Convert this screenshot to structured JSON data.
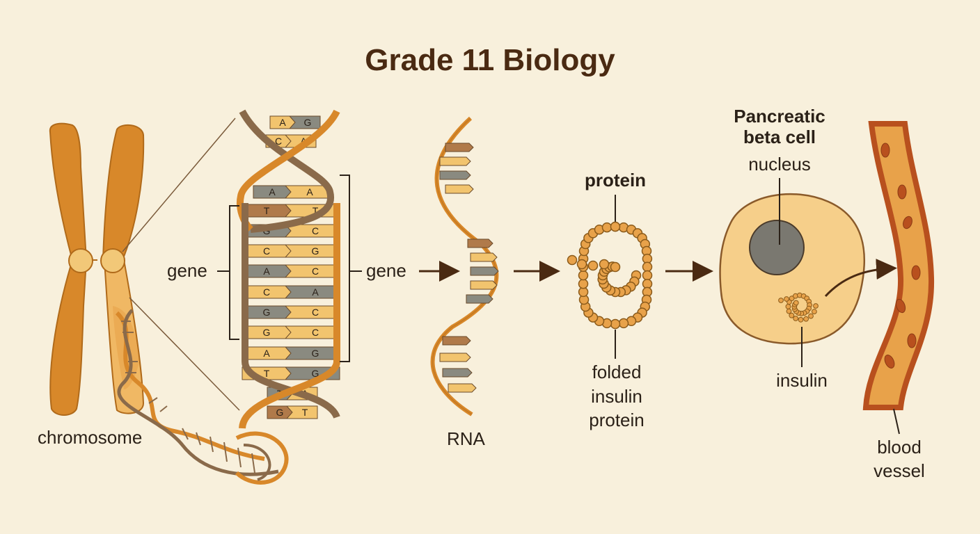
{
  "title": "Grade 11 Biology",
  "labels": {
    "chromosome": "chromosome",
    "gene_left": "gene",
    "gene_right": "gene",
    "rna": "RNA",
    "protein": "protein",
    "folded_line1": "folded",
    "folded_line2": "insulin",
    "folded_line3": "protein",
    "cell_line1": "Pancreatic",
    "cell_line2": "beta cell",
    "nucleus": "nucleus",
    "insulin": "insulin",
    "blood_line1": "blood",
    "blood_line2": "vessel"
  },
  "dna_pairs": [
    {
      "left": "A",
      "right": "G"
    },
    {
      "left": "C",
      "right": "A"
    },
    {
      "left": "A",
      "right": "A"
    },
    {
      "left": "T",
      "right": "T"
    },
    {
      "left": "G",
      "right": "C"
    },
    {
      "left": "C",
      "right": "G"
    },
    {
      "left": "A",
      "right": "C"
    },
    {
      "left": "C",
      "right": "A"
    },
    {
      "left": "G",
      "right": "C"
    },
    {
      "left": "G",
      "right": "C"
    },
    {
      "left": "A",
      "right": "G"
    },
    {
      "left": "T",
      "right": "G"
    },
    {
      "left": "T",
      "right": "A"
    },
    {
      "left": "G",
      "right": "T"
    }
  ],
  "colors": {
    "background": "#f8f0dc",
    "chromosome": "#d8882a",
    "strand_light": "#d8882a",
    "strand_dark": "#8a6a4a",
    "base_light": "#f2c46e",
    "base_gray": "#8a8a80",
    "base_brown": "#b07a4a",
    "cell": "#f6cf8a",
    "nucleus": "#7a7870",
    "vessel_wall": "#b8501e",
    "vessel_inner": "#e8a24a",
    "arrow": "#4a2a12"
  },
  "icons": {
    "chromosome": "chromosome-icon",
    "dna": "dna-helix-icon",
    "rna": "rna-strand-icon",
    "protein": "protein-chain-icon",
    "cell": "cell-icon",
    "vessel": "blood-vessel-icon",
    "arrow": "arrow-right-icon"
  }
}
